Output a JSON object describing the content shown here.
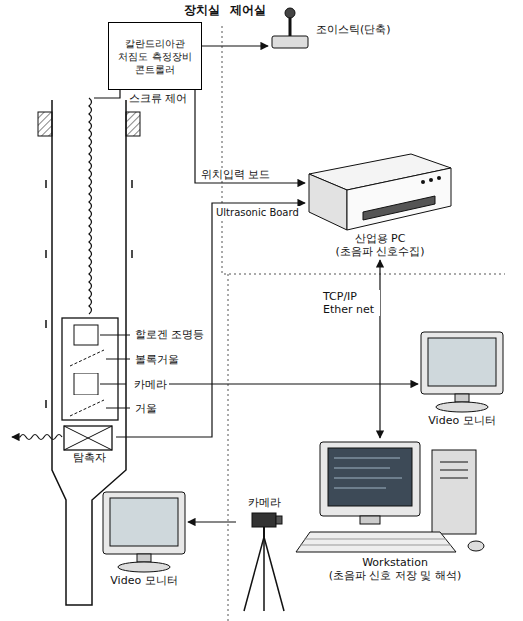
{
  "diagram": {
    "nodes": [
      {
        "text": [
          "칼란드리아관 처짐도 측정장비 콘트롤러"
        ]
      },
      {
        "text": [
          "조이스틱(단축)"
        ]
      },
      {
        "text": [
          "산업용 PC",
          "(초음파 신호수집)"
        ]
      },
      {
        "text": [
          "카메라"
        ]
      },
      {
        "text": [
          "Video 모니터"
        ]
      },
      {
        "text": [
          "탐촉자"
        ]
      },
      {
        "text": [
          "카메라"
        ]
      },
      {
        "text": [
          "Workstation",
          "(초음파 신호 저장 및 해석)"
        ]
      },
      {
        "text": [
          "Video 모니터"
        ]
      }
    ],
    "edges": [
      {
        "from": 0,
        "to": 1,
        "arrow": "to"
      },
      {
        "from": 0,
        "to": 2,
        "label": "위치입력 보드",
        "arrow": "to"
      },
      {
        "from": 5,
        "to": 2,
        "label": "Ultrasonic Board",
        "arrow": "to"
      },
      {
        "from": 3,
        "to": 4,
        "arrow": "to"
      },
      {
        "from": 2,
        "to": 7,
        "label": "TCP/IP Ether net",
        "arrow": "both"
      },
      {
        "from": 6,
        "to": 8,
        "arrow": "to"
      }
    ],
    "labels": [
      "장치실",
      "제어실",
      "스크류 제어",
      "할로겐 조명등",
      "볼록거울",
      "거울"
    ]
  }
}
